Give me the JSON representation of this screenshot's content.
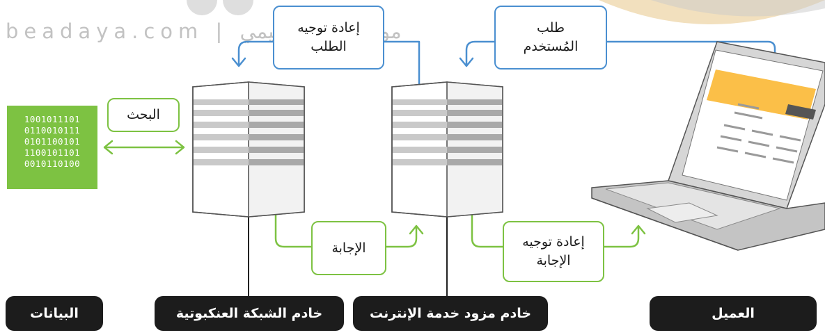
{
  "watermark": "beadaya.com | موقع بداية التعليمي",
  "boxes": {
    "redirect_request": "إعادة توجيه\nالطلب",
    "user_request": "طلب\nالمُستخدم",
    "search": "البحث",
    "response": "الإجابة",
    "redirect_response": "إعادة توجيه\nالإجابة"
  },
  "data_bits": [
    "1001011101",
    "0110010111",
    "0101100101",
    "1100101101",
    "0010110100"
  ],
  "labels": {
    "data": "البيانات",
    "web_server": "خادم الشبكة العنكبوتية",
    "isp_server": "خادم مزود خدمة الإنترنت",
    "client": "العميل"
  },
  "colors": {
    "request_arrow": "#4a8fd0",
    "response_arrow": "#7dc242",
    "label_bg": "#1c1c1c",
    "data_block": "#7dc242",
    "screen_accent": "#fbbf48"
  }
}
